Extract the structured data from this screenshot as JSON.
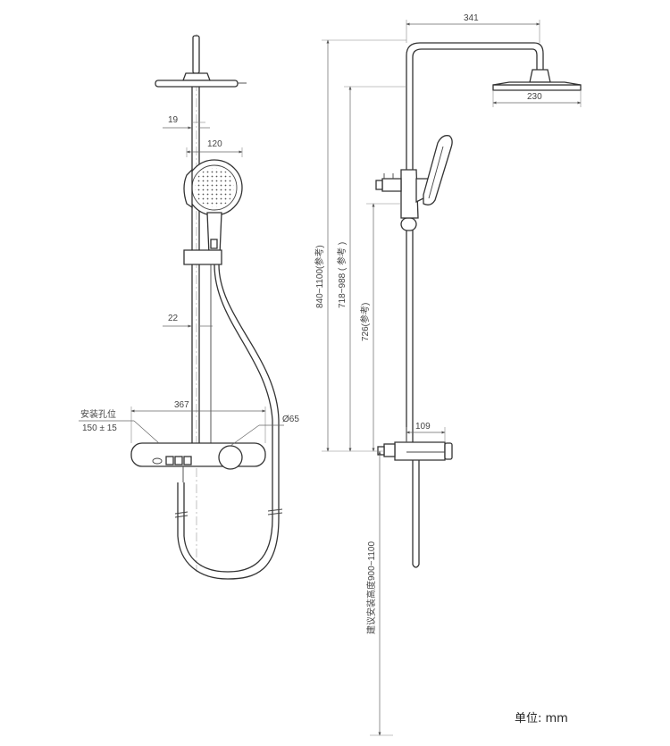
{
  "front_view": {
    "dim_overhead_offset": "19",
    "dim_handshower": "120",
    "dim_pipe": "22",
    "dim_shelf": "367",
    "dim_mixer_diameter": "Ø65",
    "install_hole_label": "安装孔位",
    "install_hole_value": "150 ± 15"
  },
  "side_view": {
    "dim_arm": "341",
    "dim_overhead": "230",
    "dim_height_range": "840~1100(参考)",
    "dim_height_range_2": "718~988 ( 参考 )",
    "dim_height_fixed": "726(参考)",
    "dim_depth": "109",
    "recommended_height": "建议安装高度900~1100"
  },
  "unit_label": "单位:  mm"
}
